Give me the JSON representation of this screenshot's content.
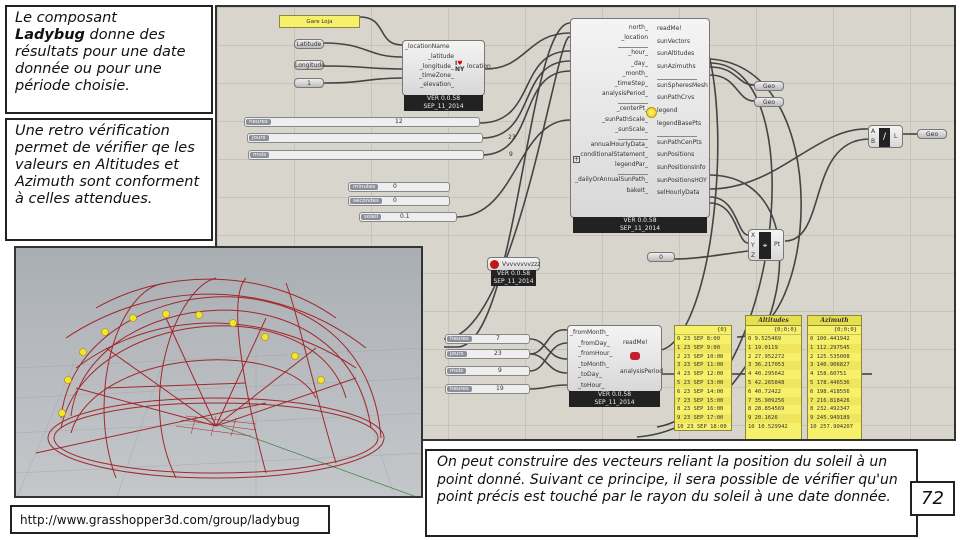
{
  "intro_box": {
    "line1": "Le composant",
    "bold": "Ladybug",
    "line2": " donne des résultats pour une date donnée ou pour une période choisie."
  },
  "verify_box": {
    "text": "Une retro vérification permet de vérifier qe les valeurs en Altitudes et Azimuth sont conforment à celles attendues."
  },
  "bottom_box": {
    "text": "On peut construire des vecteurs reliant la position du soleil à un point donné. Suivant ce principe, il sera possible de vérifier qu'un point précis est touché par le rayon du soleil à une date donnée."
  },
  "page_number": "72",
  "url": "http://www.grasshopper3d.com/group/ladybug",
  "version": "VER 0.0.58",
  "version_date": "SEP_11_2014",
  "location_panel": "Gare Loja",
  "location_inputs": [
    "Latitude",
    "Longitude",
    "1"
  ],
  "location_comp": {
    "inputs": [
      "_locationName",
      "_latitude",
      "_longitude_",
      "_timeZone_",
      "_elevation_"
    ],
    "output": "location"
  },
  "sunpath": {
    "inputs": [
      "north_",
      "_location",
      "",
      "_hour_",
      "_day_",
      "_month_",
      "_timeStep_",
      "analysisPeriod_",
      "",
      "_centerPt_",
      "_sunPathScale_",
      "_sunScale_",
      "",
      "annualHourlyData_",
      "conditionalStatement_",
      "legendPar_",
      "",
      "_dailyOrAnnualSunPath_",
      "bakeIt_"
    ],
    "outputs": [
      "readMe!",
      "sunVectors",
      "sunAltitudes",
      "sunAzimuths",
      "",
      "sunSpheresMesh",
      "sunPathCrvs",
      "legend",
      "legendBasePts",
      "",
      "sunPathCenPts",
      "sunPositions",
      "sunPositionsInfo",
      "sunPositionsHOY",
      "selHourlyData"
    ]
  },
  "geo_label": "Geo",
  "line_comp": {
    "a": "A",
    "b": "B",
    "out": "L"
  },
  "pt_comp": {
    "x": "X",
    "y": "Y",
    "z": "Z",
    "out": "Pt"
  },
  "zero_param": "0",
  "red_comp_label": "Vvvvvvvvzzz",
  "sliders_top": [
    {
      "label": "heures",
      "value": "12"
    },
    {
      "label": "jours",
      "value": "23"
    },
    {
      "label": "mois",
      "value": "9"
    }
  ],
  "sliders_mid": [
    {
      "label": "minutes",
      "value": "0"
    },
    {
      "label": "secondes",
      "value": "0"
    },
    {
      "label": "soleil",
      "value": "0.1"
    }
  ],
  "sliders_bottom": [
    {
      "label": "heures",
      "value": "7"
    },
    {
      "label": "jours",
      "value": "23"
    },
    {
      "label": "mois",
      "value": "9"
    },
    {
      "label": "heures",
      "value": "19"
    }
  ],
  "period_comp": {
    "inputs": [
      "_fromMonth_",
      "_fromDay_",
      "_fromHour_",
      "_toMonth_",
      "_toDay_",
      "_toHour_"
    ],
    "outputs": [
      "readMe!",
      "analysisPeriod"
    ]
  },
  "panel_dates": {
    "header": "{0}",
    "rows": [
      "0 23 SEP 8:00",
      "1 23 SEP 9:00",
      "2 23 SEP 10:00",
      "3 23 SEP 11:00",
      "4 23 SEP 12:00",
      "5 23 SEP 13:00",
      "6 23 SEP 14:00",
      "7 23 SEP 15:00",
      "8 23 SEP 16:00",
      "9 23 SEP 17:00",
      "10 23 SEP 18:00"
    ]
  },
  "panel_alt": {
    "title": "Altitudes",
    "header": "{0;0;0}",
    "rows": [
      "0 9.525469",
      "1 19.0119",
      "2 27.952272",
      "3 36.217053",
      "4 40.295642",
      "5 42.265848",
      "6 40.72422",
      "7 35.909256",
      "8 28.854569",
      "9 20.1626",
      "10 10.529942"
    ]
  },
  "panel_az": {
    "title": "Azimuth",
    "header": "{0;0;0}",
    "rows": [
      "0 100.441942",
      "1 112.297545",
      "2 125.535008",
      "3 140.906827",
      "4 158.60751",
      "5 178.446536",
      "6 198.418556",
      "7 216.818426",
      "8 232.492347",
      "9 245.949189",
      "10 257.904207"
    ]
  },
  "colors": {
    "canvas": "#d8d5cd",
    "panel": "#f7f06a",
    "dome": "#a0282c",
    "sun": "#f5e52a"
  }
}
